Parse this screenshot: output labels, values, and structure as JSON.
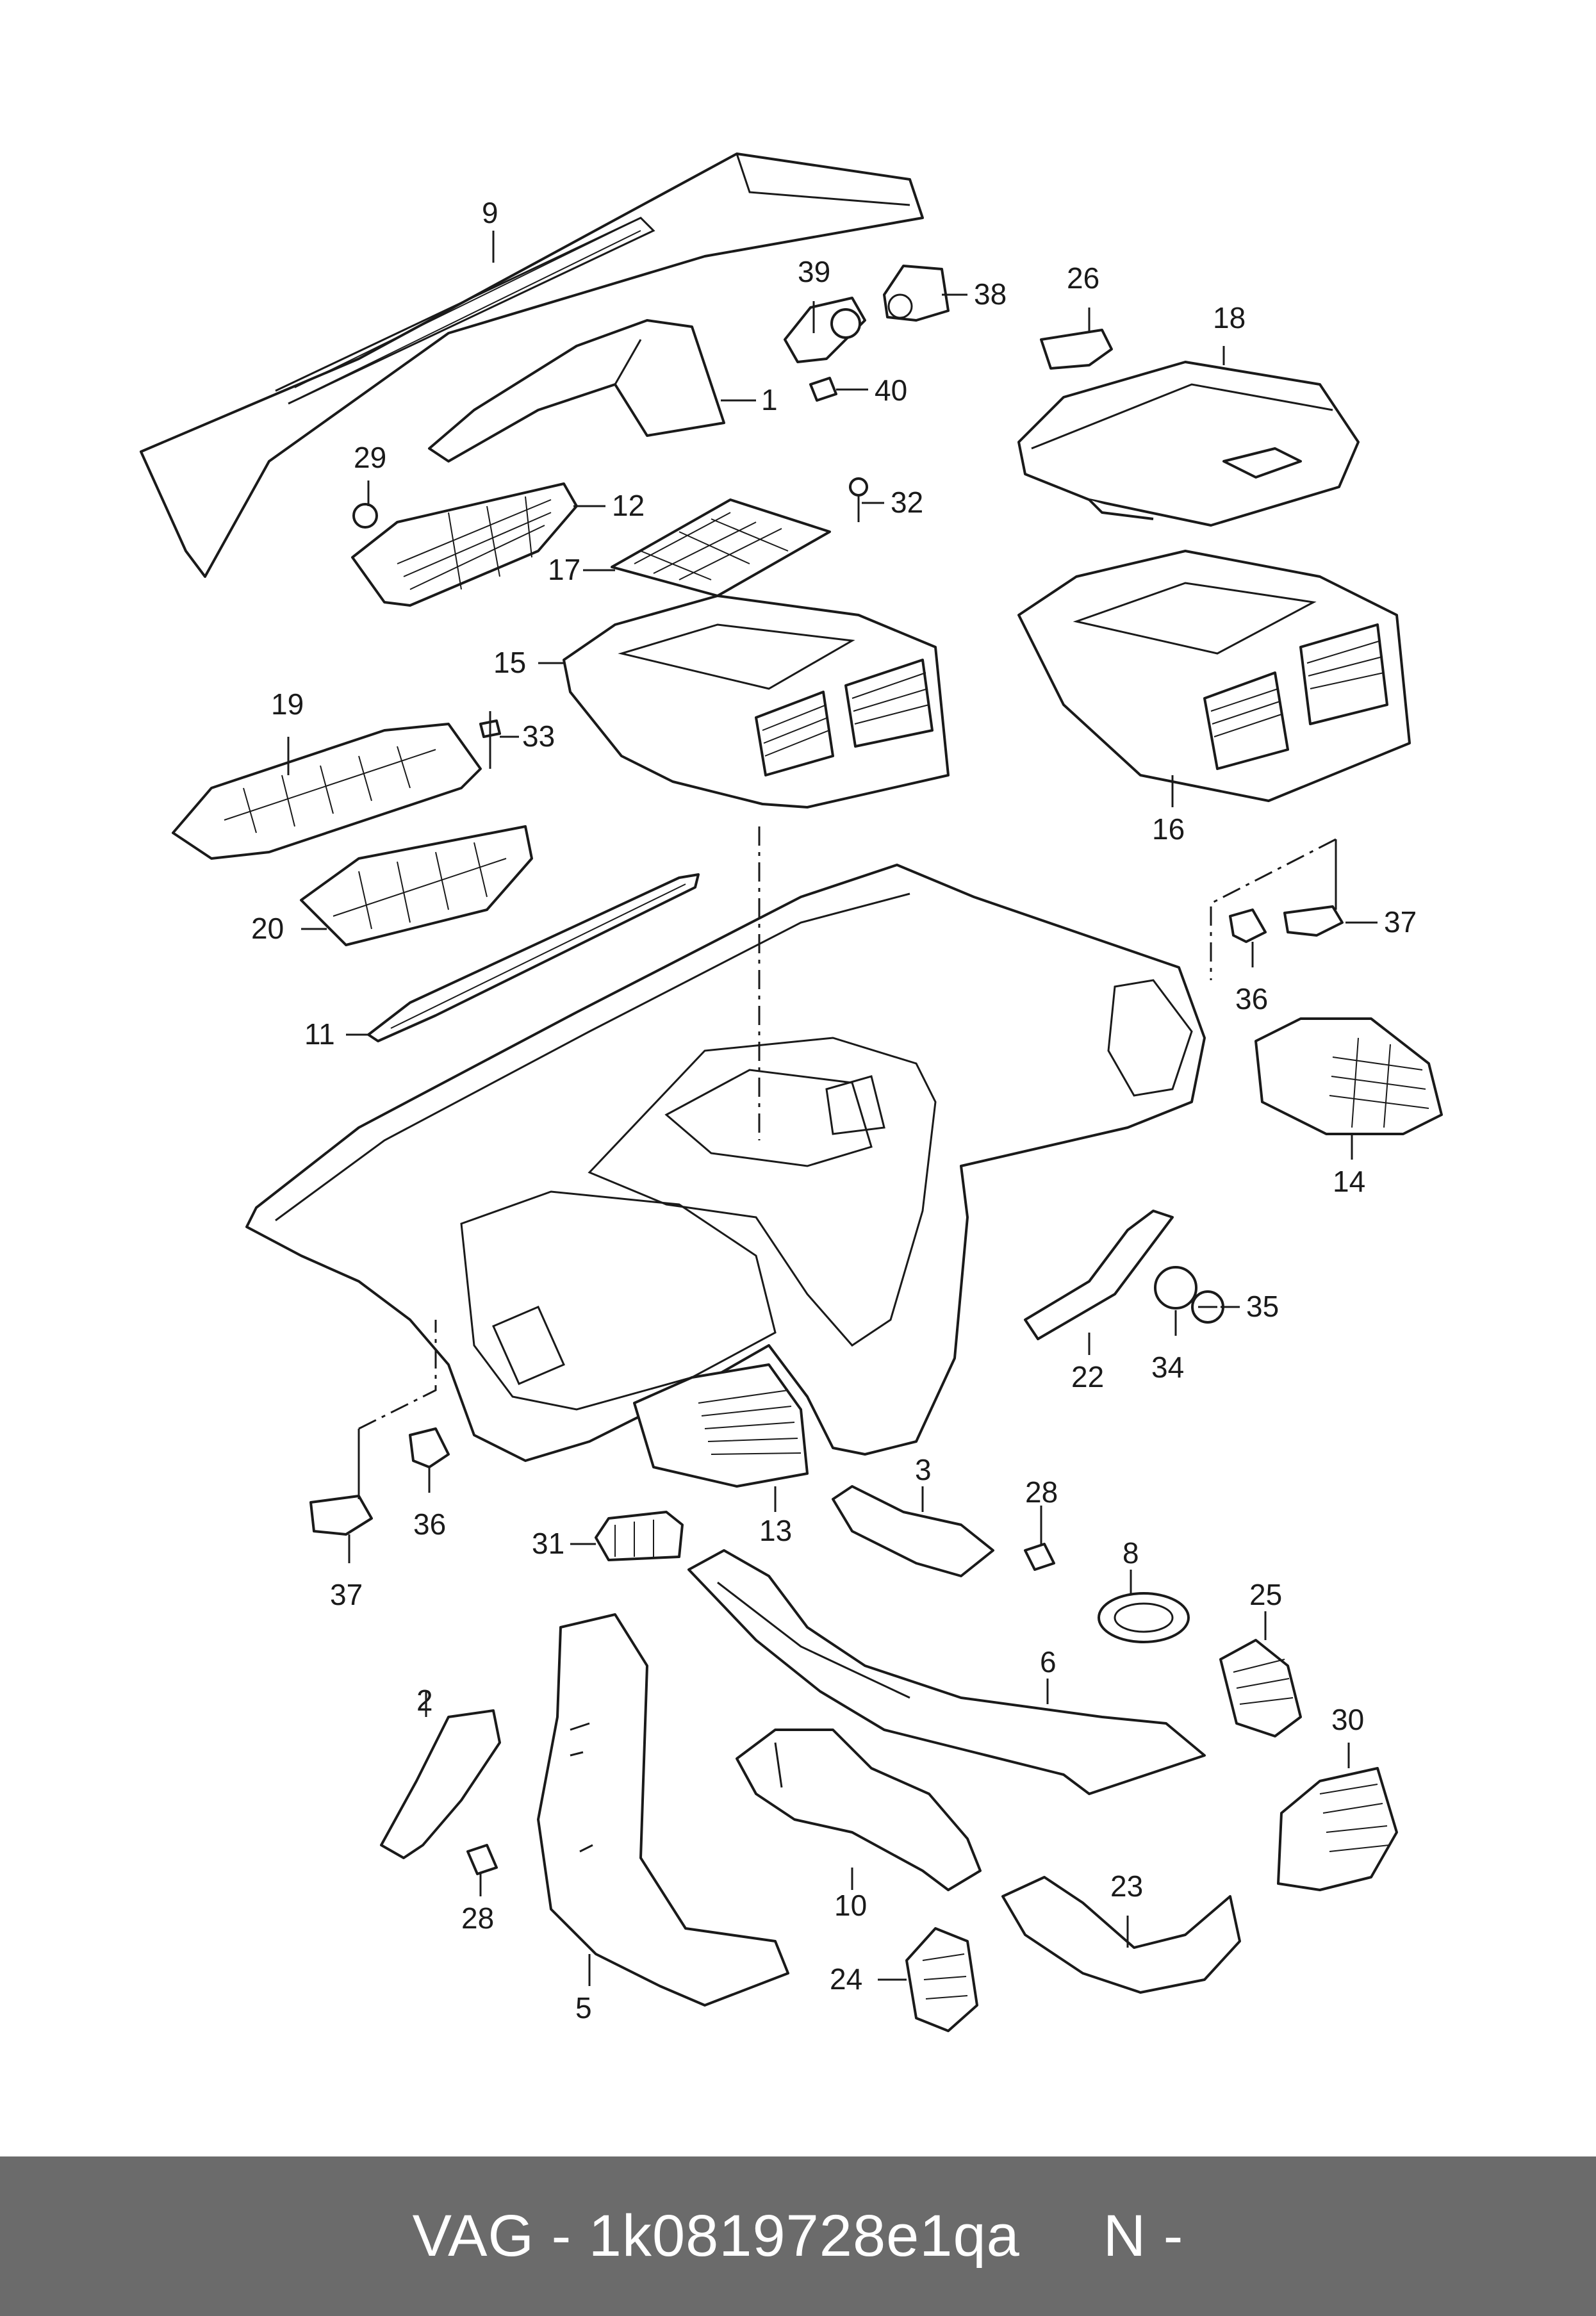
{
  "footer": {
    "part_code": "VAG - 1k0819728e1qa",
    "suffix": "N -",
    "background": "#6b6b6b",
    "text_color": "#ffffff"
  },
  "callouts": [
    "1",
    "2",
    "3",
    "5",
    "6",
    "8",
    "9",
    "10",
    "11",
    "12",
    "13",
    "14",
    "15",
    "16",
    "17",
    "18",
    "19",
    "20",
    "22",
    "23",
    "24",
    "25",
    "26",
    "28",
    "28",
    "29",
    "30",
    "31",
    "32",
    "33",
    "34",
    "35",
    "36",
    "36",
    "37",
    "37",
    "38",
    "39",
    "40"
  ]
}
